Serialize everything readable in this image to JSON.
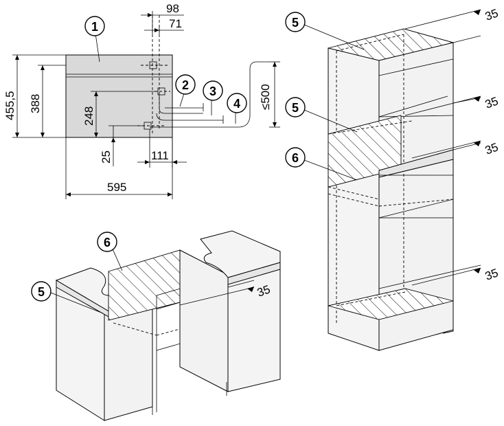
{
  "callouts": {
    "c1": "1",
    "c2": "2",
    "c3": "3",
    "c4": "4",
    "c5a": "5",
    "c5b": "5",
    "c5c": "5",
    "c6a": "6",
    "c6b": "6"
  },
  "dimensions": {
    "d98": "98",
    "d71": "71",
    "d455": "455,5",
    "d388": "388",
    "d248": "248",
    "d25": "25",
    "d111": "111",
    "d595": "595",
    "d500": "≤500",
    "d35a": "35",
    "d35b": "35",
    "d35c": "35",
    "d35d": "35",
    "d35e": "35"
  },
  "colors": {
    "appliance_fill": "#d9d9d9",
    "line": "#000000",
    "hatch": "#000000"
  }
}
